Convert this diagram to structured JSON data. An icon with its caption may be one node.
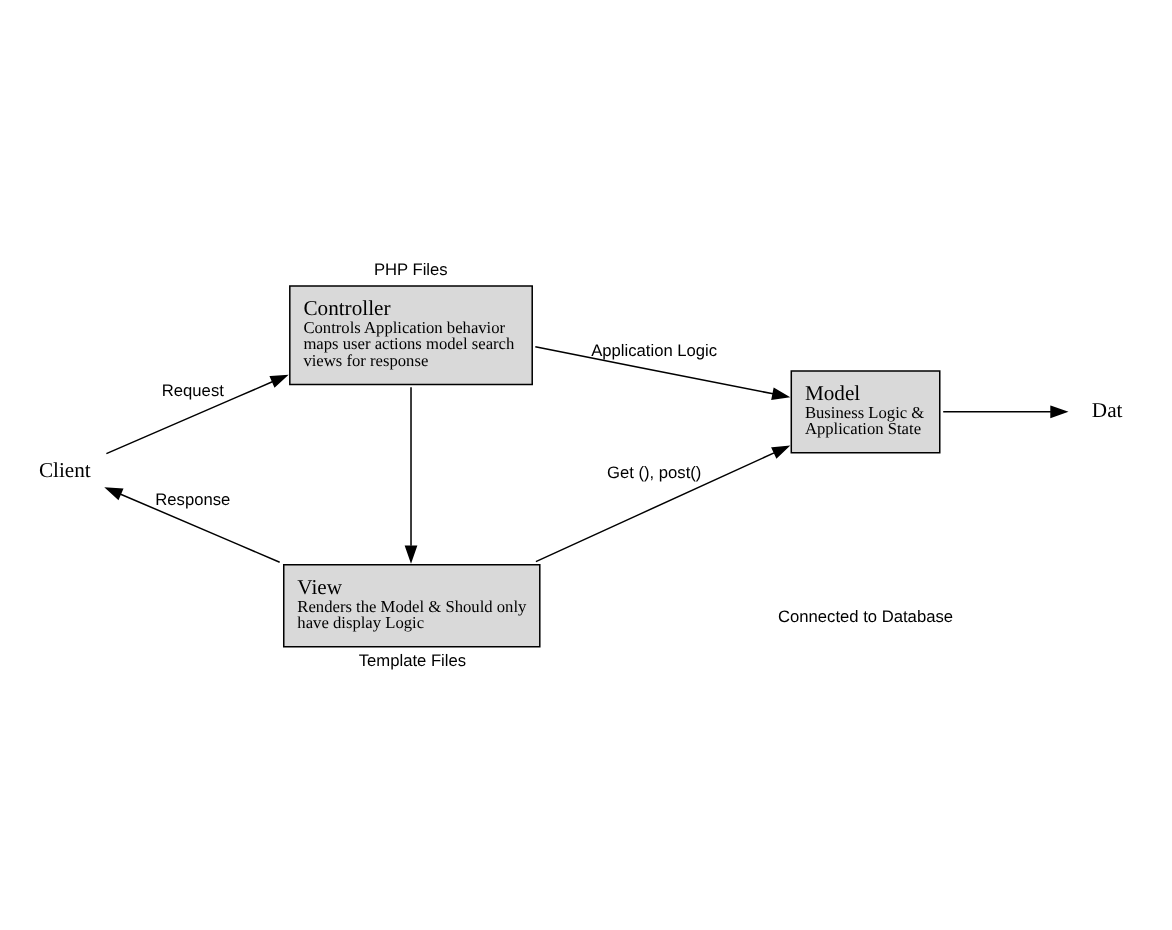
{
  "diagram": {
    "nodes": [
      {
        "text": [
          "Client"
        ]
      },
      {
        "text": [
          "Controller",
          "Controls Application behavior maps user actions model search views for response"
        ],
        "beside": [
          "PHP Files"
        ]
      },
      {
        "text": [
          "Model",
          "Business Logic & Application State"
        ]
      },
      {
        "text": [
          "View",
          "Renders the Model & Should only have display Logic"
        ],
        "beside": [
          "Template Files"
        ]
      },
      {
        "text": [
          "Dat"
        ]
      }
    ],
    "edges": [
      {
        "from": 0,
        "to": 1,
        "arrow": "to",
        "label": "Request"
      },
      {
        "from": 1,
        "to": 2,
        "arrow": "to",
        "label": "Application Logic"
      },
      {
        "from": 1,
        "to": 3,
        "arrow": "to"
      },
      {
        "from": 3,
        "to": 0,
        "arrow": "to",
        "label": "Response"
      },
      {
        "from": 3,
        "to": 2,
        "arrow": "to",
        "label": "Get (), post()"
      },
      {
        "from": 2,
        "to": 4,
        "arrow": "to"
      }
    ],
    "labels": [
      "Connected to Database"
    ]
  }
}
